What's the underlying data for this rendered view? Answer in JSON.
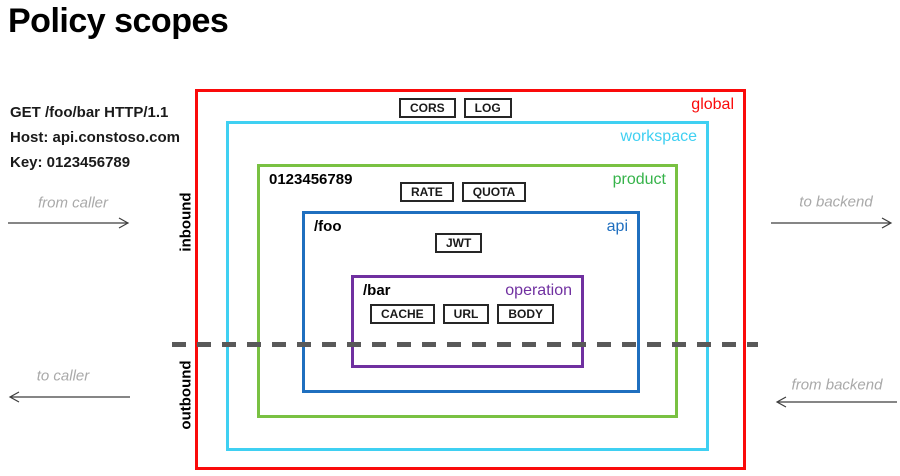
{
  "title": "Policy scopes",
  "request": {
    "line1": "GET /foo/bar HTTP/1.1",
    "line2": "Host: api.constoso.com",
    "line3": "Key: 0123456789"
  },
  "pipeline": {
    "inbound_label": "inbound",
    "outbound_label": "outbound"
  },
  "flow": {
    "from_caller": "from caller",
    "to_caller": "to caller",
    "to_backend": "to backend",
    "from_backend": "from backend"
  },
  "scopes": {
    "global": {
      "label": "global",
      "color": "#fa0a0a",
      "chips": [
        "CORS",
        "LOG"
      ]
    },
    "workspace": {
      "label": "workspace",
      "color": "#3fd0f2",
      "chips": []
    },
    "product": {
      "label": "product",
      "color": "#36b34a",
      "sublabel": "0123456789",
      "chips": [
        "RATE",
        "QUOTA"
      ]
    },
    "api": {
      "label": "api",
      "color": "#1f6fbf",
      "sublabel": "/foo",
      "chips": [
        "JWT"
      ]
    },
    "operation": {
      "label": "operation",
      "color": "#7030a0",
      "sublabel": "/bar",
      "chips": [
        "CACHE",
        "URL",
        "BODY"
      ]
    }
  },
  "divider_color": "#595959",
  "arrow_color": "#3d3d3d"
}
